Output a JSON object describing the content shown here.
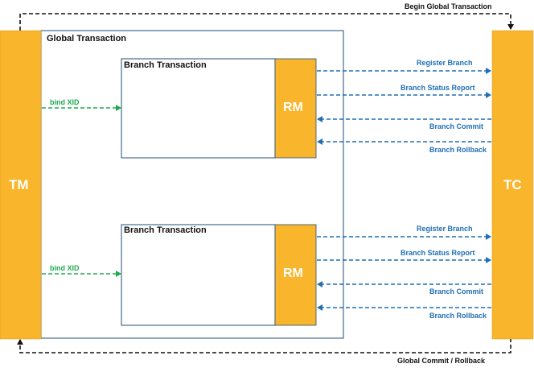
{
  "colors": {
    "bar": "#f9b52b",
    "container_border": "#1f4e79",
    "link_blue": "#1f6fb4",
    "bind_green": "#1faa4e",
    "top_line": "#111111"
  },
  "labels": {
    "begin": "Begin Global Transaction",
    "end": "Global Commit / Rollback",
    "global": "Global Transaction",
    "tm": "TM",
    "tc": "TC"
  },
  "branches": [
    {
      "title": "Branch Transaction",
      "rm": "RM",
      "bind": "bind XID",
      "arrows": [
        "Register Branch",
        "Branch Status Report",
        "Branch Commit",
        "Branch Rollback"
      ]
    },
    {
      "title": "Branch Transaction",
      "rm": "RM",
      "bind": "bind XID",
      "arrows": [
        "Register Branch",
        "Branch Status Report",
        "Branch Commit",
        "Branch Rollback"
      ]
    }
  ]
}
